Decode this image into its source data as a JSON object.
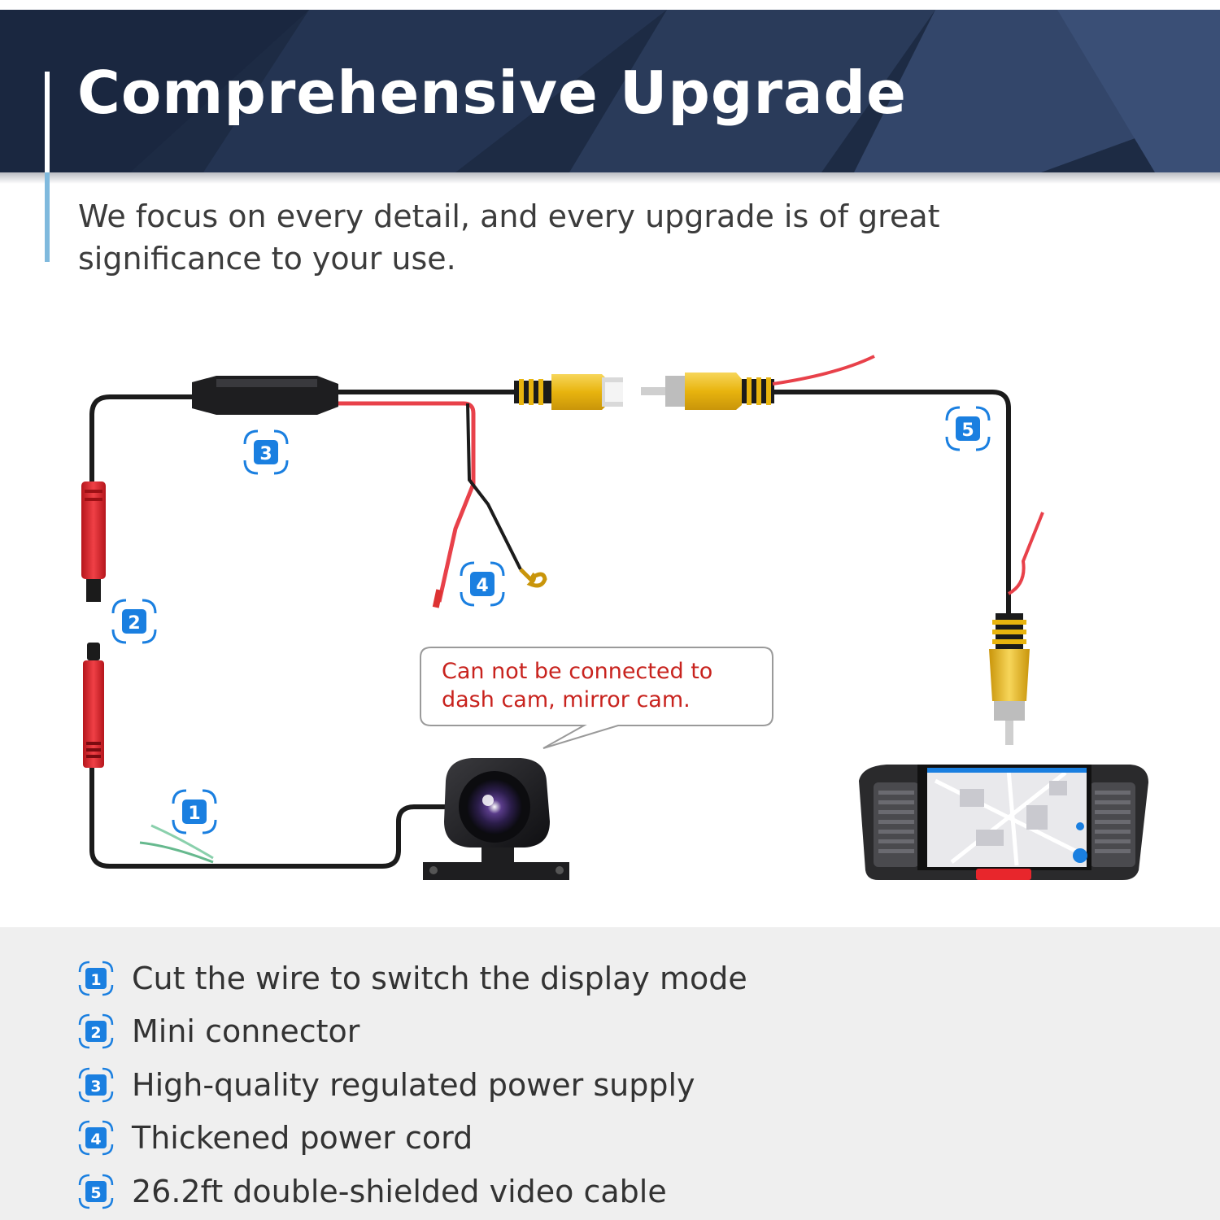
{
  "header": {
    "title": "Comprehensive Upgrade",
    "subtitle": "We focus on every detail, and every upgrade is of great significance to your use."
  },
  "colors": {
    "header_bg": "#1d2b44",
    "accent": "#7fb9dd",
    "badge_blue": "#1a7fe0",
    "warning_red": "#c8231e",
    "connector_yellow": "#f2c319",
    "connector_red": "#e8262c",
    "wire_red": "#e8414a"
  },
  "diagram": {
    "callout": "Can not be connected to dash cam, mirror cam.",
    "markers": [
      "1",
      "2",
      "3",
      "4",
      "5"
    ]
  },
  "legend": [
    {
      "number": "1",
      "label": "Cut the wire to switch the display mode"
    },
    {
      "number": "2",
      "label": "Mini connector"
    },
    {
      "number": "3",
      "label": "High-quality regulated power supply"
    },
    {
      "number": "4",
      "label": "Thickened power cord"
    },
    {
      "number": "5",
      "label": "26.2ft double-shielded video cable"
    }
  ],
  "icons": [
    "camera-icon",
    "car-stereo-icon",
    "rca-connector-icon",
    "ring-terminal-icon"
  ]
}
